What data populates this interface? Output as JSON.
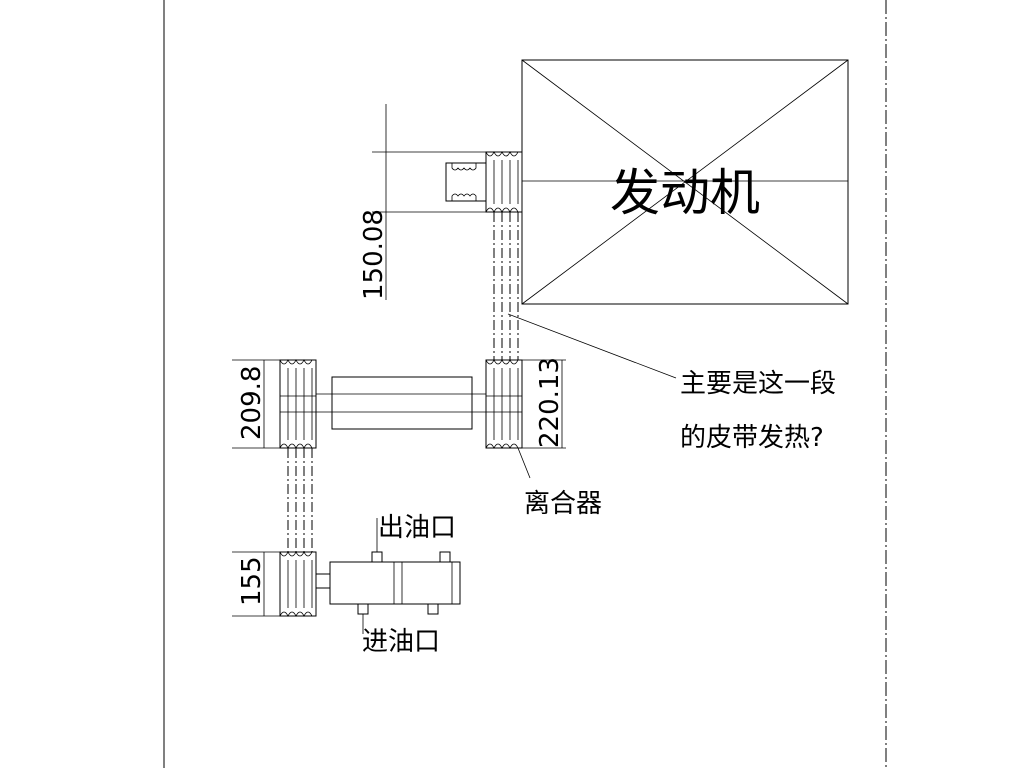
{
  "labels": {
    "engine": "发动机",
    "note_line1": "主要是这一段",
    "note_line2": "的皮带发热?",
    "clutch": "离合器",
    "oil_out": "出油口",
    "oil_in": "进油口"
  },
  "dimensions": {
    "engine_pulley": "150.08",
    "idler_pulley": "209.8",
    "clutch_pulley": "220.13",
    "pump_pulley": "155"
  }
}
